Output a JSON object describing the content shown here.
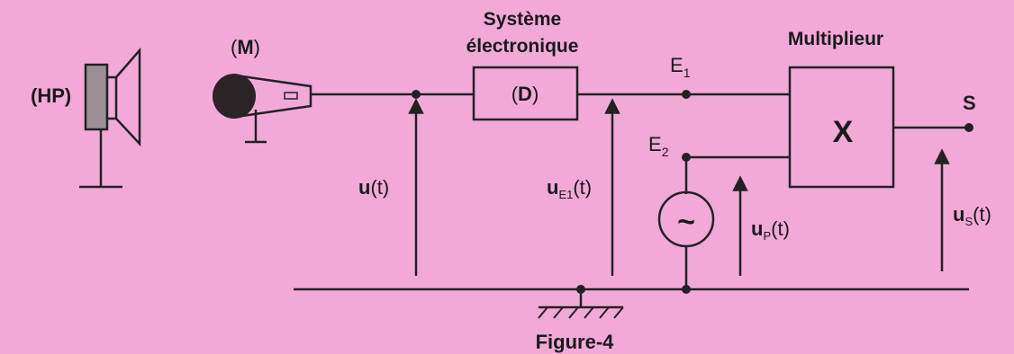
{
  "diagram": {
    "loudspeaker_label": "(HP)",
    "microphone_label_open": "(",
    "microphone_label_letter": "M",
    "microphone_label_close": ")",
    "system_title_line1": "Système",
    "system_title_line2": "électronique",
    "system_block_open": "(",
    "system_block_letter": "D",
    "system_block_close": ")",
    "multiplier_title": "Multiplieur",
    "multiplier_symbol": "X",
    "input1_main": "E",
    "input1_sub": "1",
    "input2_main": "E",
    "input2_sub": "2",
    "output_label": "S",
    "generator_symbol": "~",
    "voltage_u_main": "u",
    "voltage_u_rest": "(t)",
    "voltage_uE1_main": "u",
    "voltage_uE1_sub": "E1",
    "voltage_uE1_rest": "(t)",
    "voltage_uP_main": "u",
    "voltage_uP_sub": "P",
    "voltage_uP_rest": "(t)",
    "voltage_uS_main": "u",
    "voltage_uS_sub": "S",
    "voltage_uS_rest": "(t)",
    "caption": "Figure-4"
  },
  "colors": {
    "background": "#f2a9d8",
    "ink": "#222222",
    "speaker_fill": "#9a8f96",
    "mic_head": "#2b2326"
  }
}
